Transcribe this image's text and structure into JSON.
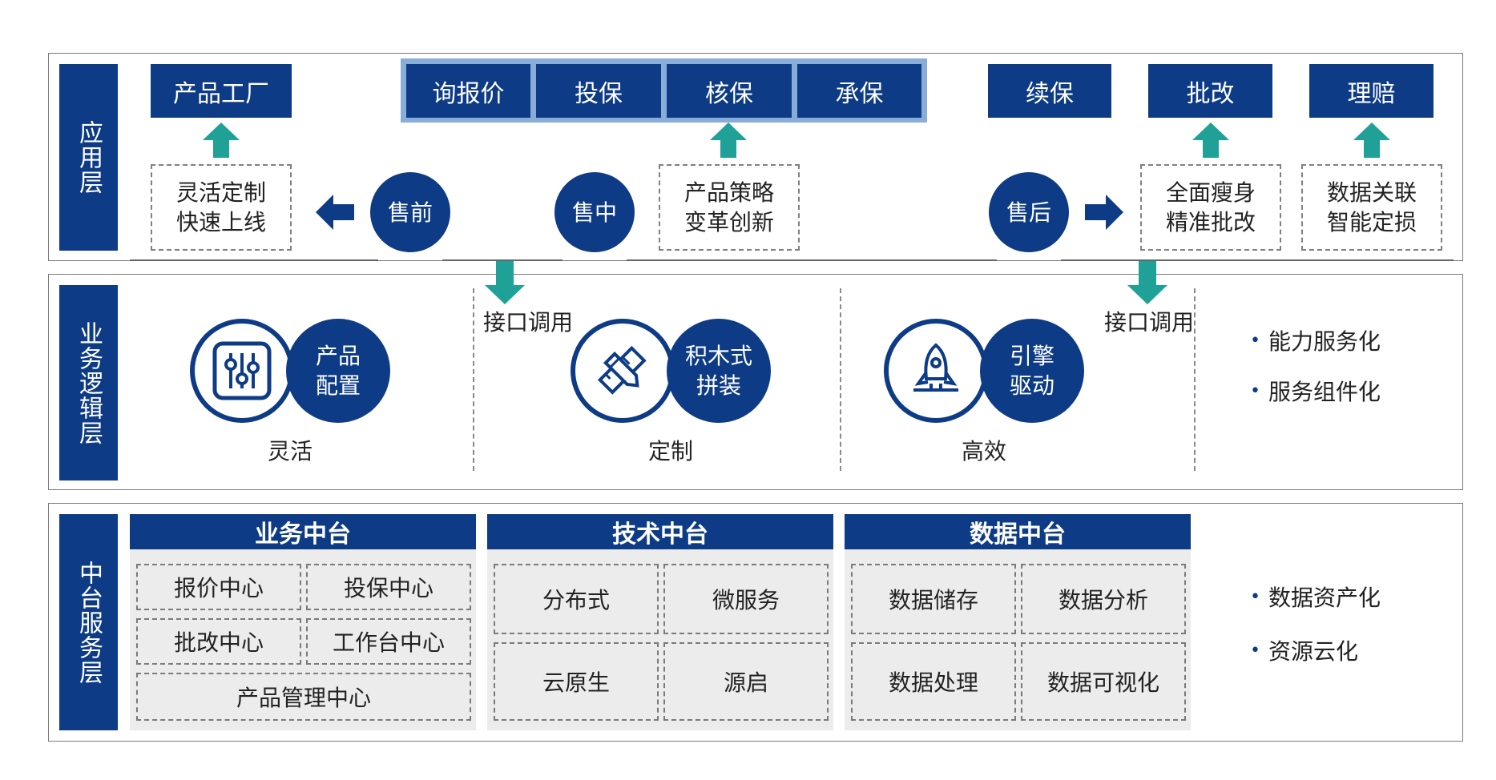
{
  "layers": {
    "application": "应用层",
    "business_logic": "业务逻辑层",
    "middle_platform": "中台服务层"
  },
  "top_boxes": {
    "product_factory": "产品工厂",
    "inquiry_quote": "询报价",
    "apply": "投保",
    "underwrite": "核保",
    "accept": "承保",
    "renewal": "续保",
    "endorsement": "批改",
    "claim": "理赔"
  },
  "stages": {
    "pre": "售前",
    "mid": "售中",
    "post": "售后"
  },
  "features": {
    "flexible_custom": "灵活定制\n快速上线",
    "product_strategy": "产品策略\n变革创新",
    "full_slim": "全面瘦身\n精准批改",
    "data_link": "数据关联\n智能定损"
  },
  "api_calls": [
    "接口调用",
    "接口调用"
  ],
  "logic_items": [
    {
      "circle": "产品\n配置",
      "caption": "灵活",
      "icon": "sliders-icon"
    },
    {
      "circle": "积木式\n拼装",
      "caption": "定制",
      "icon": "pencil-ruler-icon"
    },
    {
      "circle": "引擎\n驱动",
      "caption": "高效",
      "icon": "rocket-icon"
    }
  ],
  "logic_bullets": [
    "能力服务化",
    "服务组件化"
  ],
  "platforms": [
    {
      "title": "业务中台",
      "cells": [
        "报价中心",
        "投保中心",
        "批改中心",
        "工作台中心",
        "产品管理中心"
      ]
    },
    {
      "title": "技术中台",
      "cells": [
        "分布式",
        "微服务",
        "云原生",
        "源启"
      ]
    },
    {
      "title": "数据中台",
      "cells": [
        "数据储存",
        "数据分析",
        "数据处理",
        "数据可视化"
      ]
    }
  ],
  "platform_bullets": [
    "数据资产化",
    "资源云化"
  ],
  "colors": {
    "navy": "#0d3b85",
    "teal": "#1fa197",
    "light_blue": "#89acd9",
    "cell_gray": "#ececec"
  }
}
